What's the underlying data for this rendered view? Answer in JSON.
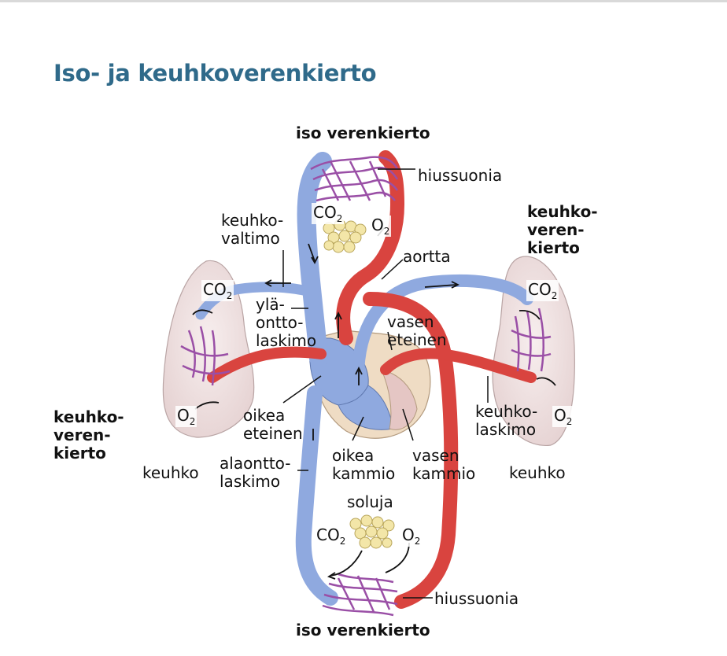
{
  "title": "Iso- ja keuhkoverenkierto",
  "labels": {
    "iso_top": "iso verenkierto",
    "iso_bottom": "iso verenkierto",
    "hiussuonia_top": "hiussuonia",
    "hiussuonia_bottom": "hiussuonia",
    "keuhkovaltimo": "keuhko-\nvaltimo",
    "aortta": "aortta",
    "ylaonttolaskimo": "ylä-\nontto-\nlaskimo",
    "vasen_eteinen": "vasen\neteinen",
    "oikea_eteinen": "oikea\neteinen",
    "oikea_kammio": "oikea\nkammio",
    "vasen_kammio": "vasen\nkammio",
    "alaonttolaskimo": "alaontto-\nlaskimo",
    "keuhkolaskimo": "keuhko-\nlaskimo",
    "keuhko_left": "keuhko",
    "keuhko_right": "keuhko",
    "soluja": "soluja",
    "keuhkoverenkierto_left": "keuhko-\nveren-\nkierto",
    "keuhkoverenkierto_right": "keuhko-\nveren-\nkierto"
  },
  "chem": {
    "co2_base": "CO",
    "o2_base": "O",
    "co2_sub": "2",
    "o2_sub": "2"
  },
  "colors": {
    "title": "#2f6a8a",
    "artery": "#d9443f",
    "vein": "#8fa9df",
    "capillary": "#9a4fa6",
    "lung": "#efe2e2",
    "cells": "#f3e6a8"
  }
}
